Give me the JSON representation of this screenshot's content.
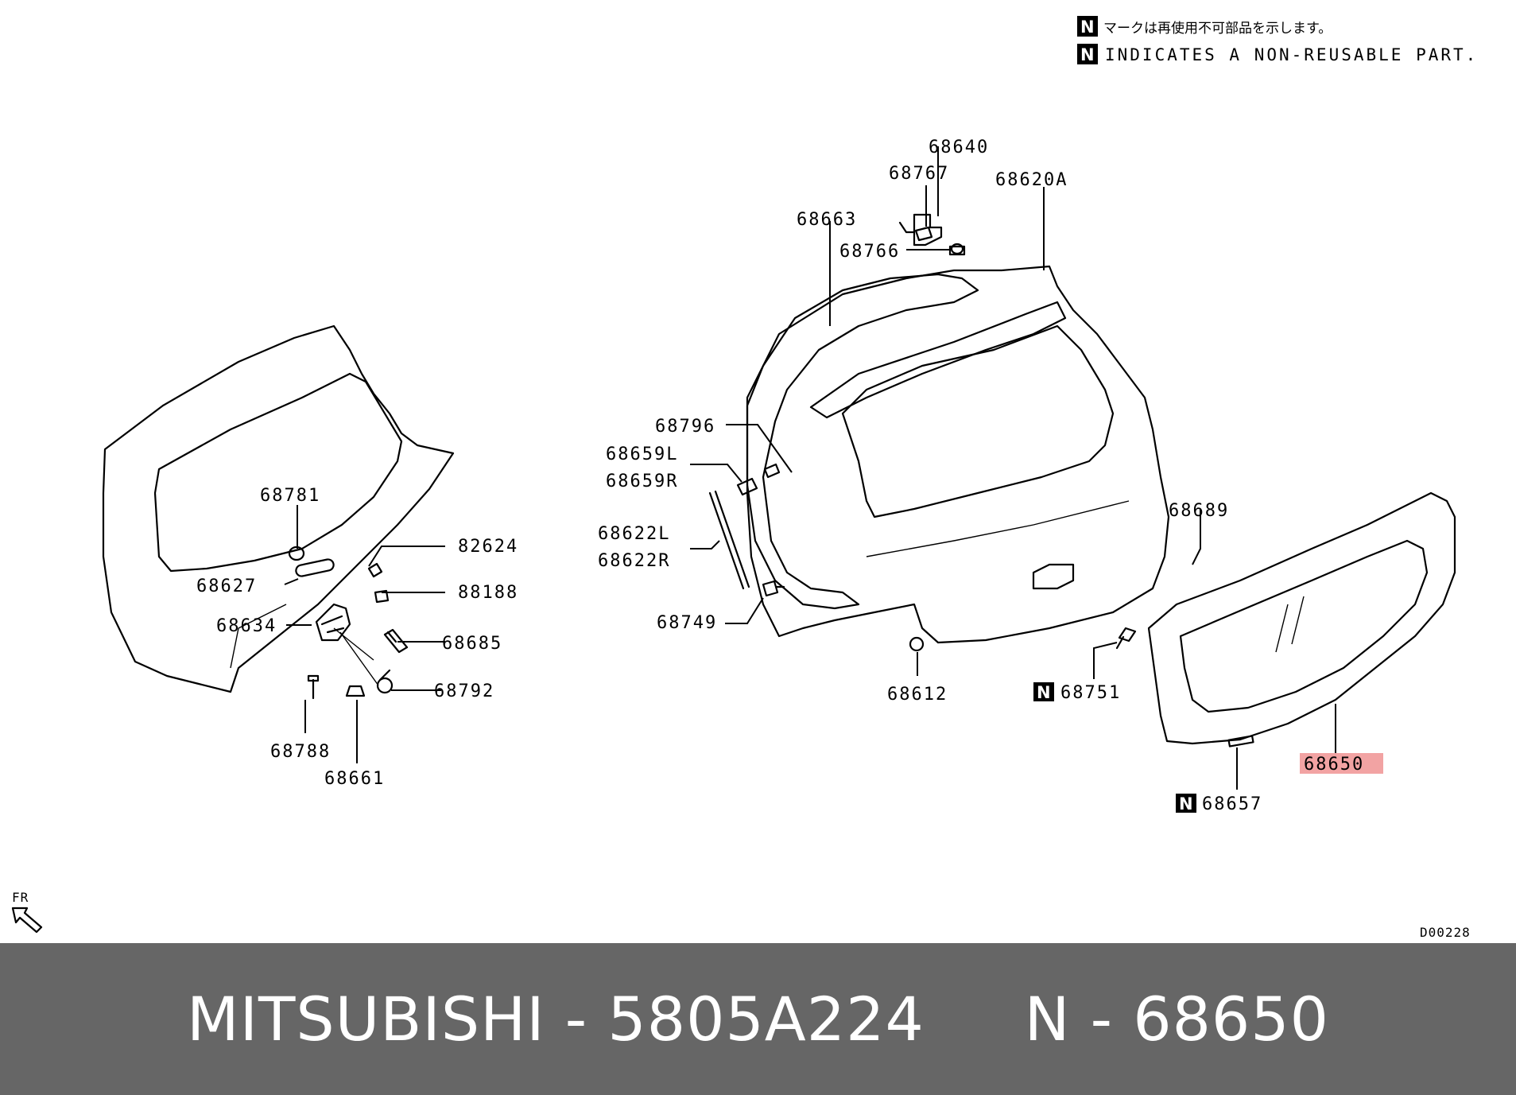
{
  "notes": {
    "symbol": "N",
    "jp": "マークは再使用不可部品を示します。",
    "en": "INDICATES A NON-REUSABLE PART."
  },
  "labels": {
    "p68640": "68640",
    "p68767": "68767",
    "p68620A": "68620A",
    "p68663": "68663",
    "p68766": "68766",
    "p68796": "68796",
    "p68659L": "68659L",
    "p68659R": "68659R",
    "p68622L": "68622L",
    "p68622R": "68622R",
    "p68749": "68749",
    "p68689": "68689",
    "p68612": "68612",
    "p68751": "68751",
    "p68650": "68650",
    "p68657": "68657",
    "p68781": "68781",
    "p82624": "82624",
    "p68627": "68627",
    "p88188": "88188",
    "p68634": "68634",
    "p68685": "68685",
    "p68792": "68792",
    "p68788": "68788",
    "p68661": "68661"
  },
  "highlight": {
    "part": "68650",
    "color": "#f2a3a3"
  },
  "orientation_label": "FR",
  "drawing_code": "D00228",
  "footer": {
    "text": "MITSUBISHI - 5805A224     N - 68650",
    "background": "#666666",
    "color": "#ffffff"
  }
}
